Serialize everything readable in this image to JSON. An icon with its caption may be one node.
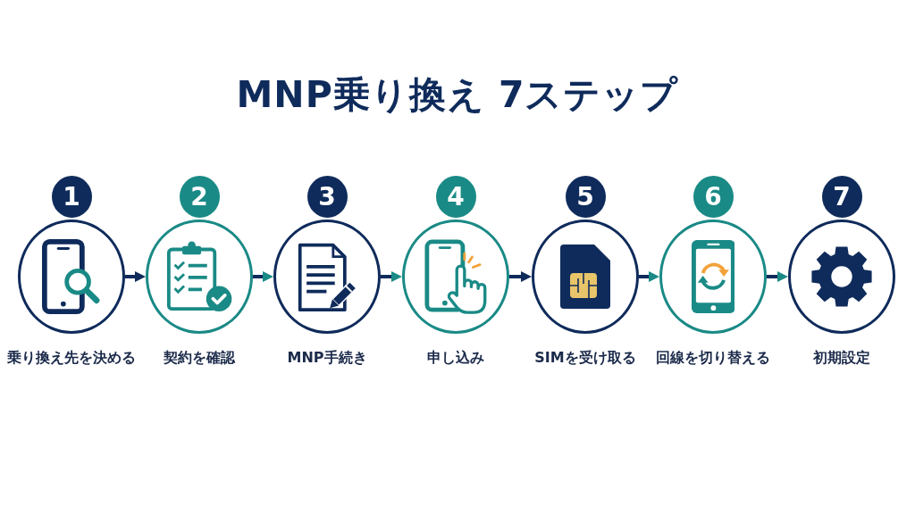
{
  "diagram": {
    "title": "MNP乗り換え 7ステップ",
    "nodes": [
      {
        "text": [
          "1"
        ]
      },
      {
        "text": [],
        "shape": "circle",
        "beside": [
          "乗り換え先を決める"
        ]
      },
      {
        "text": [
          "2"
        ]
      },
      {
        "text": [],
        "shape": "circle",
        "beside": [
          "契約を確認"
        ]
      },
      {
        "text": [
          "3"
        ]
      },
      {
        "text": [],
        "shape": "circle",
        "beside": [
          "MNP手続き"
        ]
      },
      {
        "text": [
          "4"
        ]
      },
      {
        "text": [],
        "shape": "circle",
        "beside": [
          "申し込み"
        ]
      },
      {
        "text": [
          "5"
        ]
      },
      {
        "text": [],
        "shape": "circle",
        "beside": [
          "SIMを受け取る"
        ]
      },
      {
        "text": [
          "6"
        ]
      },
      {
        "text": [],
        "shape": "circle",
        "beside": [
          "回線を切り替える"
        ]
      },
      {
        "text": [
          "7"
        ]
      },
      {
        "text": [],
        "shape": "circle",
        "beside": [
          "初期設定"
        ]
      }
    ],
    "edges": [
      {
        "from": 1,
        "to": 3,
        "arrow": "to",
        "color": "#0f2b5b"
      },
      {
        "from": 3,
        "to": 5,
        "arrow": "to"
      },
      {
        "from": 5,
        "to": 7,
        "arrow": "to"
      },
      {
        "from": 7,
        "to": 9,
        "arrow": "to",
        "color": "#0f2b5b"
      },
      {
        "from": 9,
        "to": 11,
        "arrow": "to"
      },
      {
        "from": 11,
        "to": 13,
        "arrow": "to"
      }
    ]
  }
}
